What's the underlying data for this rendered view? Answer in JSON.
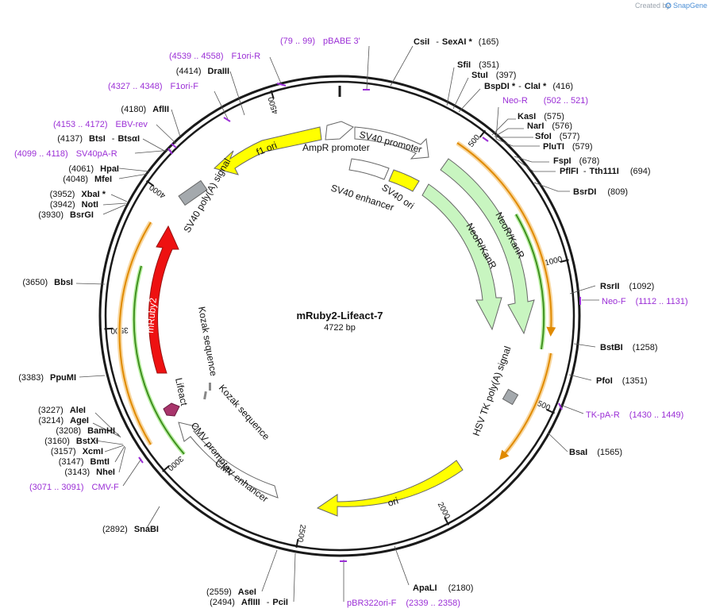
{
  "watermark": {
    "prefix": "Created by",
    "brand": "SnapGene"
  },
  "plasmid": {
    "name": "mRuby2-Lifeact-7",
    "length": "4722 bp",
    "total_bp": 4722
  },
  "ticks": [
    {
      "label": "500",
      "bp": 500
    },
    {
      "label": "1000",
      "bp": 1000
    },
    {
      "label": "1500",
      "bp": 1500
    },
    {
      "label": "2000",
      "bp": 2000
    },
    {
      "label": "2500",
      "bp": 2500
    },
    {
      "label": "3000",
      "bp": 3000
    },
    {
      "label": "3500",
      "bp": 3500
    },
    {
      "label": "4000",
      "bp": 4000
    },
    {
      "label": "4500",
      "bp": 4500
    }
  ],
  "features": [
    {
      "name": "SV40 promoter",
      "start": 180,
      "end": 510,
      "ring": 0,
      "color": "#ffffff",
      "label_color": "#111"
    },
    {
      "name": "NeoR/KanR",
      "start": 560,
      "end": 1350,
      "ring": 0,
      "color": "#c8f5c0",
      "label_color": "#111"
    },
    {
      "name": "AmpR promoter",
      "start": 4690,
      "end": 150,
      "ring": 0,
      "color": "#ffffff",
      "label_color": "#111"
    },
    {
      "name": "f1 ori",
      "start": 4100,
      "end": 4640,
      "ring": 0,
      "color": "#ffff00",
      "label_color": "#111",
      "reverse": true
    },
    {
      "name": "SV40 enhancer",
      "start": 90,
      "end": 330,
      "ring": 1,
      "color": "#ffffff",
      "label_color": "#111"
    },
    {
      "name": "SV40 ori",
      "start": 360,
      "end": 480,
      "ring": 1,
      "color": "#ffff00",
      "label_color": "#111"
    },
    {
      "name": "NeoR/KanR",
      "start": 620,
      "end": 1220,
      "ring": 1,
      "color": "#c8f5c0",
      "label_color": "#111"
    },
    {
      "name": "ori",
      "start": 1660,
      "end": 2310,
      "ring": 0,
      "color": "#ffff00",
      "label_color": "#111",
      "reverse": true
    },
    {
      "name": "CMV enhancer",
      "start": 2430,
      "end": 2790,
      "ring": 0,
      "color": "#ffffff",
      "label_color": "#111",
      "reverse": true
    },
    {
      "name": "CMV promoter",
      "start": 2800,
      "end": 3020,
      "ring": 0,
      "color": "#ffffff",
      "label_color": "#111",
      "reverse": true
    },
    {
      "name": "mRuby2",
      "start": 3360,
      "end": 4090,
      "ring": 0,
      "color": "#ee1111",
      "label_color": "#ffffff",
      "reverse": true
    },
    {
      "name": "Lifeact",
      "start": 3215,
      "end": 3260,
      "ring": 0,
      "color": "#a8346b",
      "label_color": "#111",
      "reverse": true
    }
  ],
  "feature_labels": [
    {
      "text": "SV40 promoter"
    },
    {
      "text": "AmpR promoter"
    },
    {
      "text": "f1 ori"
    },
    {
      "text": "SV40 poly(A) signal"
    },
    {
      "text": "SV40 enhancer"
    },
    {
      "text": "SV40 ori"
    },
    {
      "text": "NeoR/KanR"
    },
    {
      "text": "NeoR/KanR"
    },
    {
      "text": "HSV TK poly(A) signal"
    },
    {
      "text": "ori"
    },
    {
      "text": "CMV enhancer"
    },
    {
      "text": "CMV promoter"
    },
    {
      "text": "mRuby2"
    },
    {
      "text": "Lifeact"
    },
    {
      "text": "Kozak sequence"
    },
    {
      "text": "Kozak sequence"
    }
  ],
  "enzymes": [
    {
      "name": "CsiI",
      "extra": "SexAI *",
      "pos": "(165)"
    },
    {
      "name": "SfiI",
      "pos": "(351)"
    },
    {
      "name": "StuI",
      "pos": "(397)"
    },
    {
      "name": "BspDI *",
      "extra": "ClaI *",
      "pos": "(416)"
    },
    {
      "name": "KasI",
      "pos": "(575)"
    },
    {
      "name": "NarI",
      "pos": "(576)"
    },
    {
      "name": "SfoI",
      "pos": "(577)"
    },
    {
      "name": "PluTI",
      "pos": "(579)"
    },
    {
      "name": "FspI",
      "pos": "(678)"
    },
    {
      "name": "PflFI",
      "extra": "Tth111I",
      "pos": "(694)"
    },
    {
      "name": "BsrDI",
      "pos": "(809)"
    },
    {
      "name": "RsrII",
      "pos": "(1092)"
    },
    {
      "name": "BstBI",
      "pos": "(1258)"
    },
    {
      "name": "PfoI",
      "pos": "(1351)"
    },
    {
      "name": "BsaI",
      "pos": "(1565)"
    },
    {
      "name": "ApaLI",
      "pos": "(2180)"
    },
    {
      "name": "AseI",
      "pos": "(2559)"
    },
    {
      "name": "AflIII",
      "extra": "PciI",
      "pos": "(2494)"
    },
    {
      "name": "SnaBI",
      "pos": "(2892)"
    },
    {
      "name": "NheI",
      "pos": "(3143)"
    },
    {
      "name": "BmtI",
      "pos": "(3147)"
    },
    {
      "name": "XcmI",
      "pos": "(3157)"
    },
    {
      "name": "BstXI",
      "pos": "(3160)"
    },
    {
      "name": "BamHI",
      "pos": "(3208)"
    },
    {
      "name": "AgeI",
      "pos": "(3214)"
    },
    {
      "name": "AleI",
      "pos": "(3227)"
    },
    {
      "name": "PpuMI",
      "pos": "(3383)"
    },
    {
      "name": "BbsI",
      "pos": "(3650)"
    },
    {
      "name": "BsrGI",
      "pos": "(3930)"
    },
    {
      "name": "NotI",
      "pos": "(3942)"
    },
    {
      "name": "XbaI *",
      "pos": "(3952)"
    },
    {
      "name": "MfeI",
      "pos": "(4048)"
    },
    {
      "name": "HpaI",
      "pos": "(4061)"
    },
    {
      "name": "BtsI",
      "extra": "BtsαI",
      "pos": "(4137)"
    },
    {
      "name": "AflII",
      "pos": "(4180)"
    },
    {
      "name": "DraIII",
      "pos": "(4414)"
    }
  ],
  "primers": [
    {
      "name": "pBABE 3'",
      "range": "(79 .. 99)"
    },
    {
      "name": "F1ori-R",
      "range": "(4539 .. 4558)"
    },
    {
      "name": "F1ori-F",
      "range": "(4327 .. 4348)"
    },
    {
      "name": "EBV-rev",
      "range": "(4153 .. 4172)"
    },
    {
      "name": "SV40pA-R",
      "range": "(4099 .. 4118)"
    },
    {
      "name": "Neo-R",
      "range": "(502 .. 521)"
    },
    {
      "name": "Neo-F",
      "range": "(1112 .. 1131)"
    },
    {
      "name": "TK-pA-R",
      "range": "(1430 .. 1449)"
    },
    {
      "name": "pBR322ori-F",
      "range": "(2339 .. 2358)"
    },
    {
      "name": "CMV-F",
      "range": "(3071 .. 3091)"
    }
  ],
  "colors": {
    "backbone": "#1a1a1a",
    "primer": "#9b2fd6",
    "orf": "#f5a623",
    "orf_inner": "#3a8a1a"
  }
}
